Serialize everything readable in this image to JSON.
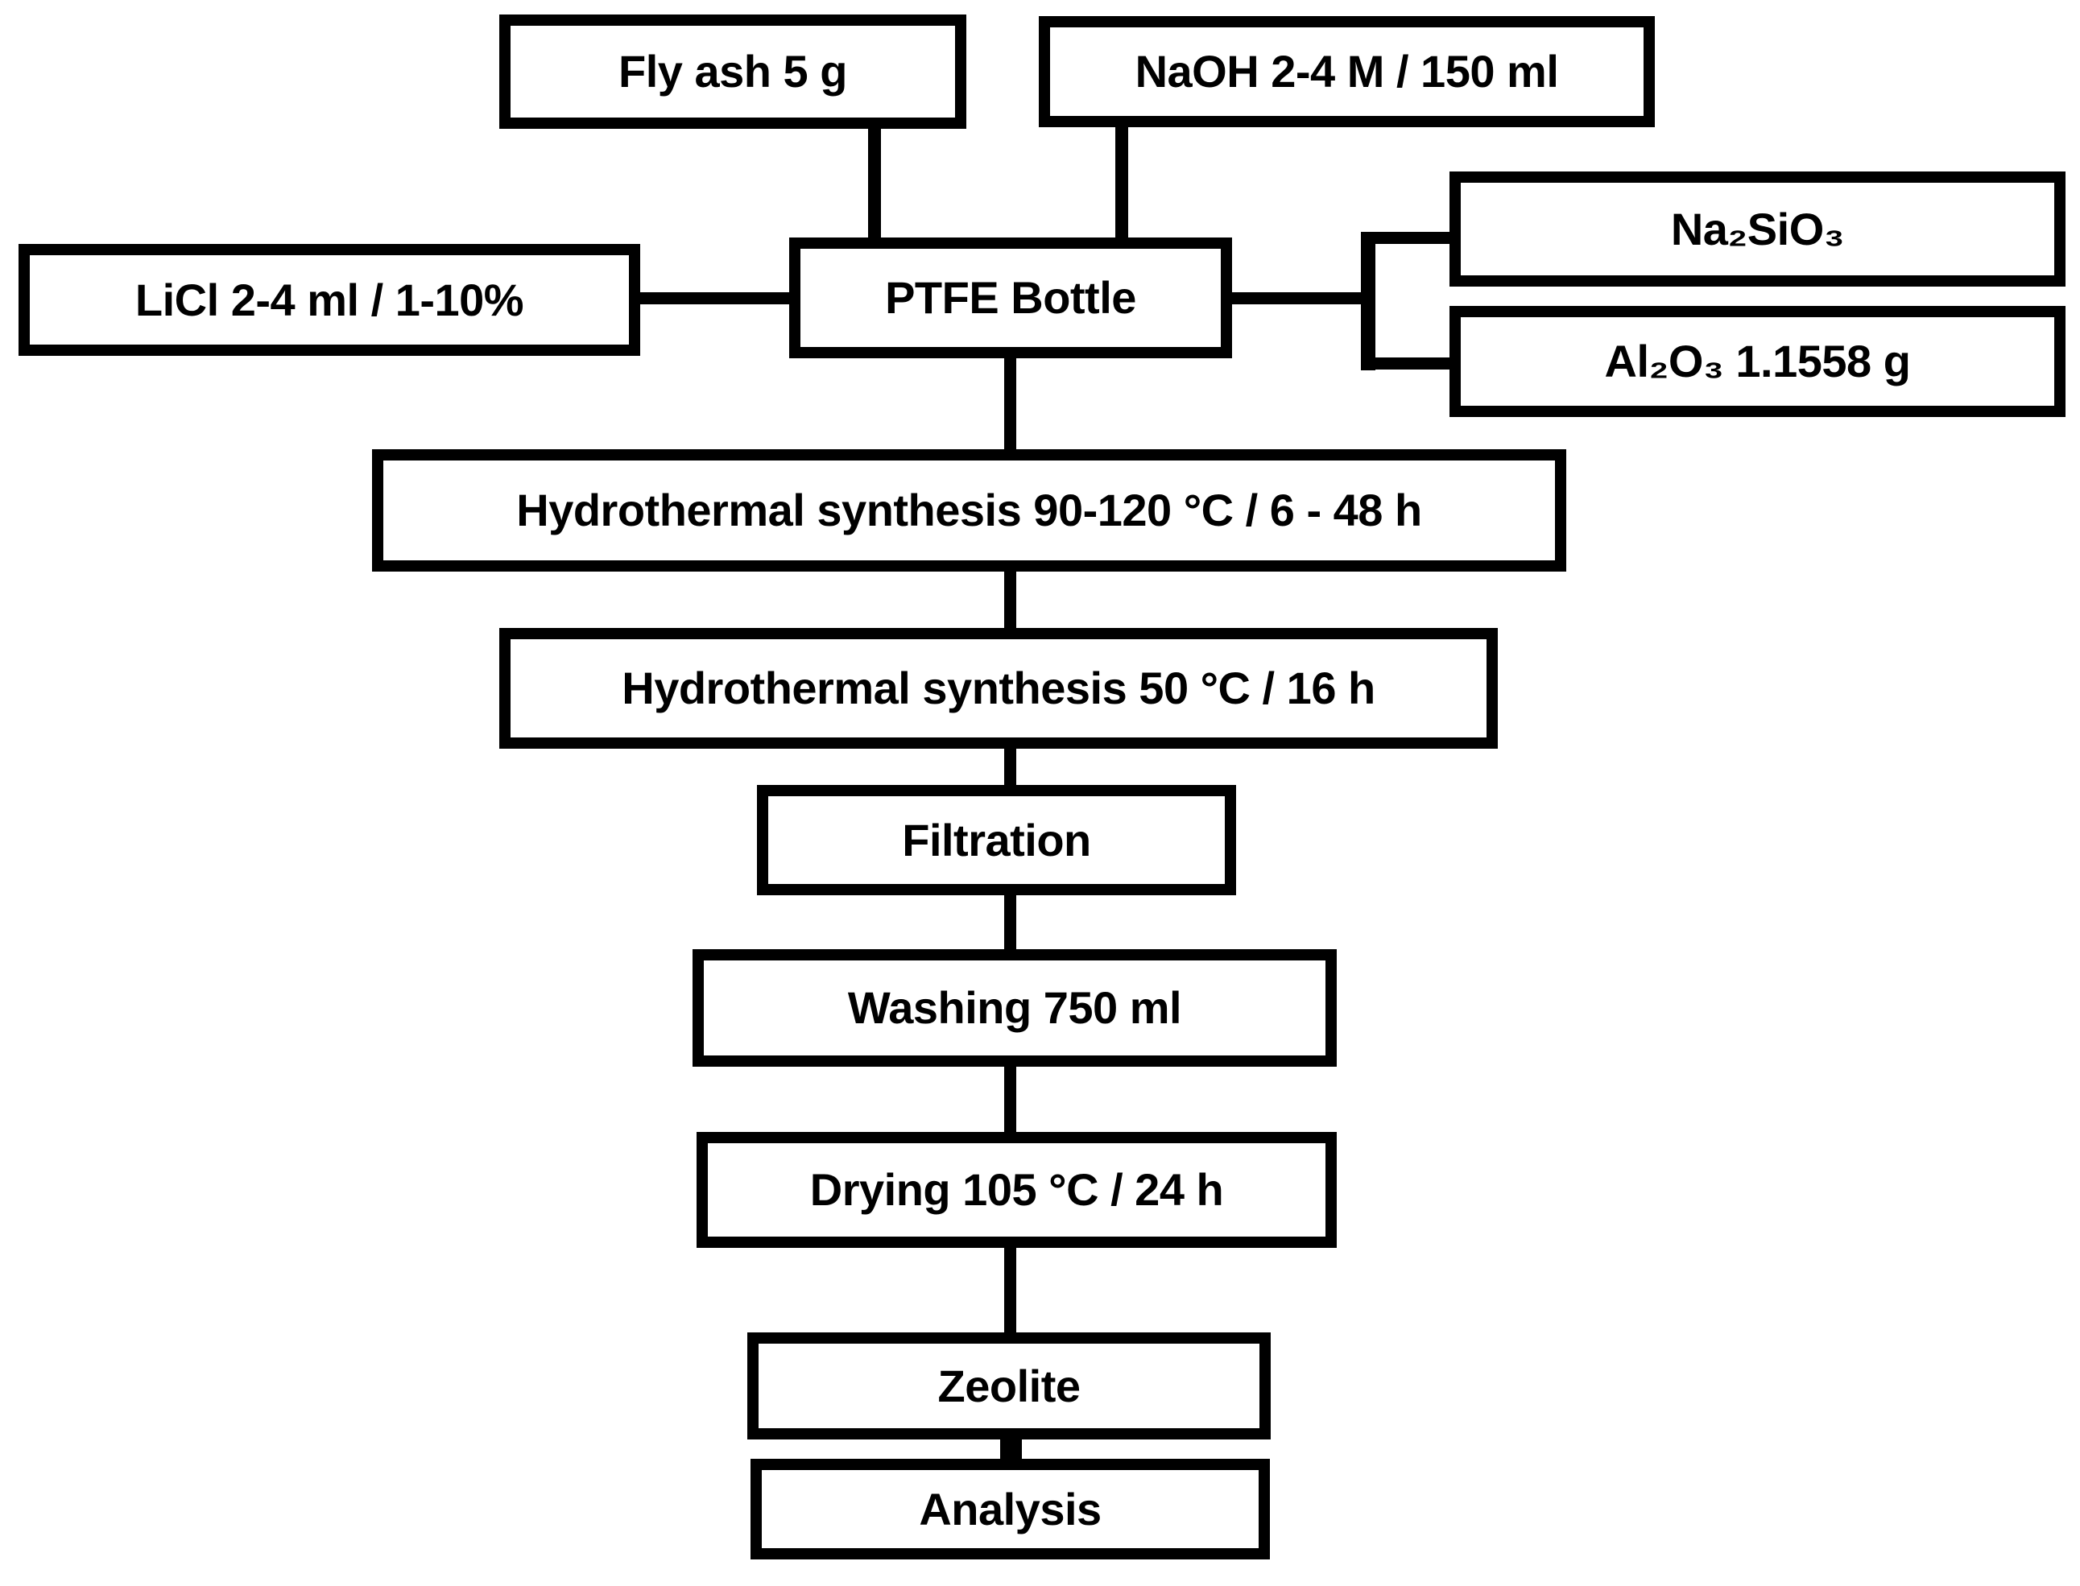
{
  "diagram": {
    "type": "flowchart",
    "colors": {
      "background": "#ffffff",
      "line": "#000000",
      "box_fill": "#ffffff",
      "text": "#000000"
    },
    "nodes": {
      "fly_ash": {
        "label": "Fly ash 5 g"
      },
      "naoh": {
        "label": "NaOH 2-4 M / 150 ml"
      },
      "licl": {
        "label": "LiCl 2-4 ml / 1-10%"
      },
      "ptfe": {
        "label": "PTFE Bottle"
      },
      "na2sio3": {
        "label": "Na₂SiO₃"
      },
      "al2o3": {
        "label": "Al₂O₃ 1.1558 g"
      },
      "hydro1": {
        "label": "Hydrothermal synthesis 90-120 °C / 6 - 48 h"
      },
      "hydro2": {
        "label": "Hydrothermal synthesis 50 °C / 16 h"
      },
      "filtration": {
        "label": "Filtration"
      },
      "washing": {
        "label": "Washing 750 ml"
      },
      "drying": {
        "label": "Drying 105 °C / 24 h"
      },
      "zeolite": {
        "label": "Zeolite"
      },
      "analysis": {
        "label": "Analysis"
      }
    },
    "edges": [
      "fly_ash -> ptfe",
      "naoh -> ptfe",
      "licl -> ptfe",
      "ptfe -> na2sio3",
      "ptfe -> al2o3",
      "ptfe -> hydro1",
      "hydro1 -> hydro2",
      "hydro2 -> filtration",
      "filtration -> washing",
      "washing -> drying",
      "drying -> zeolite",
      "zeolite -> analysis"
    ]
  }
}
